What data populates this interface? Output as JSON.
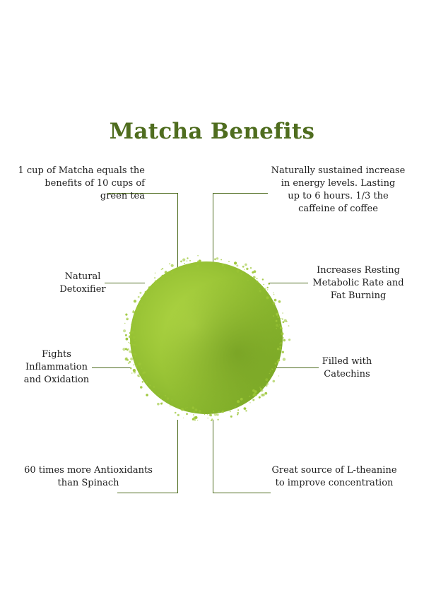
{
  "title": "Matcha Benefits",
  "colors": {
    "accent": "#4f6d1f",
    "powder_light": "#a8cf3a",
    "powder_dark": "#6f9a1e"
  },
  "benefits": {
    "cups": [
      "1 cup of Matcha equals the",
      "benefits of 10 cups of",
      "green tea"
    ],
    "energy": [
      "Naturally sustained increase",
      "in energy levels. Lasting",
      "up to  6 hours. 1/3 the",
      "caffeine of coffee"
    ],
    "detox": [
      "Natural",
      "Detoxifier"
    ],
    "metabolic": [
      "Increases Resting",
      "Metabolic Rate and",
      "Fat Burning"
    ],
    "inflammation": [
      "Fights",
      "Inflammation",
      "and Oxidation"
    ],
    "catechins": [
      "Filled with",
      "Catechins"
    ],
    "antioxidants": [
      "60 times more Antioxidants",
      "than Spinach"
    ],
    "theanine": [
      "Great source of L-theanine",
      "to improve concentration"
    ]
  }
}
